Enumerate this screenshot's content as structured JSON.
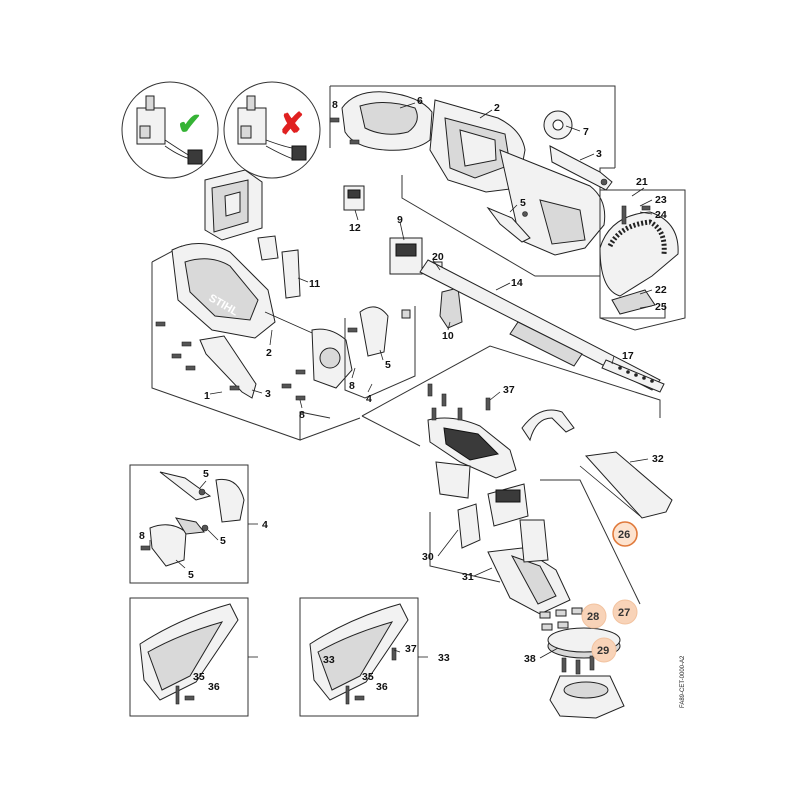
{
  "document_id": "FA89-CET-0000-A2",
  "ok_mark": "✔",
  "wrong_mark": "✘",
  "part_numbers": {
    "p1": "1",
    "p2a": "2",
    "p2b": "2",
    "p3a": "3",
    "p3b": "3",
    "p4a": "4",
    "p4b": "4",
    "p5a": "5",
    "p5b": "5",
    "p5c": "5",
    "p5d": "5",
    "p6": "6",
    "p7": "7",
    "p8a": "8",
    "p8b": "8",
    "p8c": "8",
    "p8d": "8",
    "p9": "9",
    "p10": "10",
    "p11": "11",
    "p12": "12",
    "p14": "14",
    "p17": "17",
    "p20": "20",
    "p21": "21",
    "p22": "22",
    "p23": "23",
    "p24": "24",
    "p25": "25",
    "p26": "26",
    "p27": "27",
    "p28": "28",
    "p29": "29",
    "p30": "30",
    "p31": "31",
    "p32": "32",
    "p33a": "33",
    "p33b": "33",
    "p35a": "35",
    "p35b": "35",
    "p36a": "36",
    "p36b": "36",
    "p37a": "37",
    "p37b": "37",
    "p38": "38"
  },
  "colors": {
    "ok": "#35b335",
    "wrong": "#e02020",
    "highlight_fill": "#f8d3b8",
    "highlight_stroke": "#e07a3c"
  }
}
